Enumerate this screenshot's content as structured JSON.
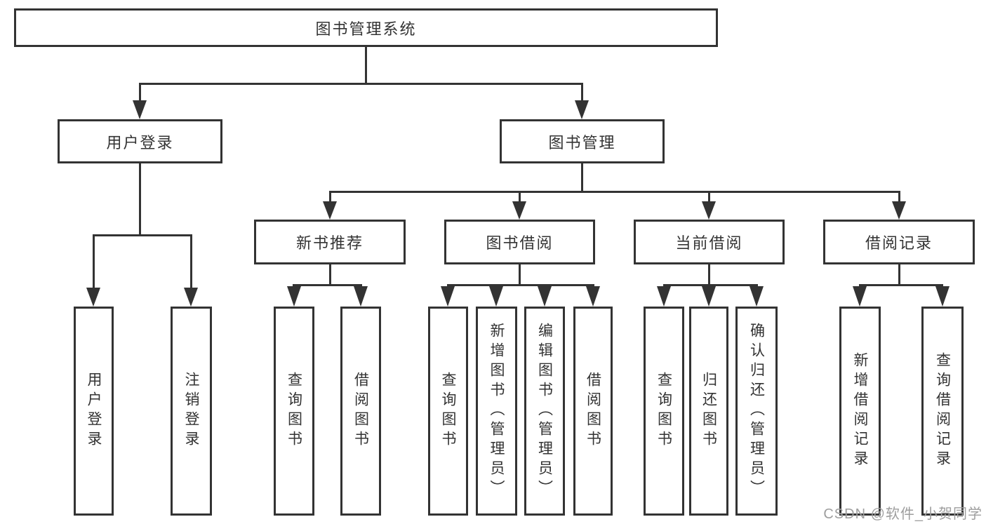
{
  "diagram": {
    "title": "图书管理系统",
    "root": {
      "label": "图书管理系统"
    },
    "level2": [
      {
        "label": "用户登录"
      },
      {
        "label": "图书管理"
      }
    ],
    "level3": [
      {
        "label": "新书推荐"
      },
      {
        "label": "图书借阅"
      },
      {
        "label": "当前借阅"
      },
      {
        "label": "借阅记录"
      }
    ],
    "level4": [
      {
        "label": "用户登录"
      },
      {
        "label": "注销登录"
      },
      {
        "label": "查询图书"
      },
      {
        "label": "借阅图书"
      },
      {
        "label": "查询图书"
      },
      {
        "label": "新增图书（管理员）"
      },
      {
        "label": "编辑图书（管理员）"
      },
      {
        "label": "借阅图书"
      },
      {
        "label": "查询图书"
      },
      {
        "label": "归还图书"
      },
      {
        "label": "确认归还（管理员）"
      },
      {
        "label": "新增借阅记录"
      },
      {
        "label": "查询借阅记录"
      }
    ]
  },
  "watermark": {
    "text": "CSDN @软件_小贺同学"
  },
  "colors": {
    "line": "#333333",
    "text": "#333333",
    "watermark": "#9e9e9e",
    "background": "#ffffff"
  }
}
